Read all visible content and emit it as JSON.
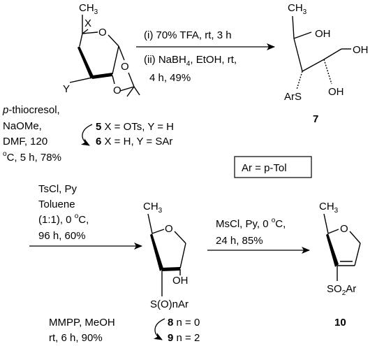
{
  "reaction_1": {
    "condition_line_1": "(i) 70% TFA, rt, 3 h",
    "condition_line_2": "(ii) NaBH",
    "condition_line_2_sub": "4",
    "condition_line_2_rest": ", EtOH, rt,",
    "condition_line_3": "4 h, 49%"
  },
  "sm_labels": {
    "ch3": "CH",
    "ch3_sub": "3",
    "x": "X",
    "o_ring": "O",
    "y": "Y",
    "o_upper": "O",
    "o_lower": "O"
  },
  "compound_7": {
    "ch3": "CH",
    "ch3_sub": "3",
    "oh_1": "OH",
    "oh_2": "OH",
    "oh_3": "OH",
    "ars": "ArS",
    "number": "7"
  },
  "reaction_2": {
    "reagent_italic": "p",
    "reagent_rest": "-thiocresol,",
    "line_2": "NaOMe,",
    "line_3": "DMF, 120",
    "line_4_super": "o",
    "line_4": "C, 5 h, 78%"
  },
  "compound_5": {
    "number": "5",
    "description": " X = OTs, Y = H"
  },
  "compound_6": {
    "number": "6",
    "description": " X = H, Y = SAr"
  },
  "ar_definition": "Ar = p-Tol",
  "reaction_3": {
    "line_1": "TsCl, Py",
    "line_2": "Toluene",
    "line_3_pre": "(1:1), 0 ",
    "line_3_super": "o",
    "line_3_post": "C,",
    "line_4": "96 h, 60%"
  },
  "intermediate": {
    "ch3": "CH",
    "ch3_sub": "3",
    "o_ring": "O",
    "oh": "OH",
    "substituent": "S(O)nAr"
  },
  "reaction_4": {
    "line_1_pre": "MsCl, Py, 0 ",
    "line_1_super": "o",
    "line_1_post": "C,",
    "line_2": "24 h, 85%"
  },
  "compound_10": {
    "ch3": "CH",
    "ch3_sub": "3",
    "o_ring": "O",
    "substituent_pre": "SO",
    "substituent_sub": "2",
    "substituent_post": "Ar",
    "number": "10"
  },
  "reaction_5": {
    "line_1": "MMPP, MeOH",
    "line_2": "rt, 6 h, 90%"
  },
  "compound_8": {
    "number": "8",
    "description": " n = 0"
  },
  "compound_9": {
    "number": "9",
    "description": " n = 2"
  }
}
